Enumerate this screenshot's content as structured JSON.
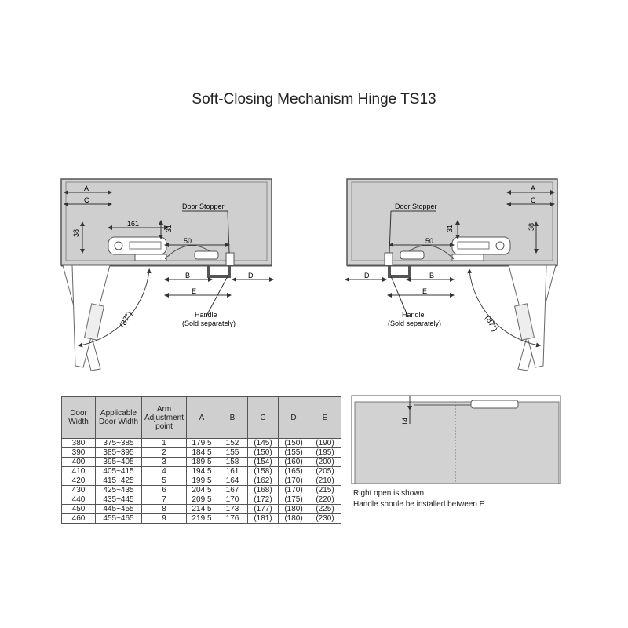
{
  "title": "Soft-Closing Mechanism Hinge TS13",
  "left_diagram": {
    "dim_a": "A",
    "dim_c": "C",
    "dim_38": "38",
    "dim_161": "161",
    "dim_31": "31",
    "dim_50": "50",
    "door_stopper": "Door Stopper",
    "dim_b": "B",
    "dim_e": "E",
    "dim_d": "D",
    "handle": "Handle",
    "sold_separately": "(Sold separately)",
    "angle": "(87°)"
  },
  "right_diagram": {
    "dim_a": "A",
    "dim_c": "C",
    "dim_38": "38",
    "dim_31": "31",
    "dim_50": "50",
    "door_stopper": "Door Stopper",
    "dim_b": "B",
    "dim_e": "E",
    "dim_d": "D",
    "handle": "Handle",
    "sold_separately": "(Sold separately)",
    "angle": "(87°)"
  },
  "side_view": {
    "dim_14": "14"
  },
  "table": {
    "headers": [
      "Door Width",
      "Applicable Door Width",
      "Arm Adjustment point",
      "A",
      "B",
      "C",
      "D",
      "E"
    ],
    "rows": [
      [
        "380",
        "375~385",
        "1",
        "179.5",
        "152",
        "(145)",
        "(150)",
        "(190)"
      ],
      [
        "390",
        "385~395",
        "2",
        "184.5",
        "155",
        "(150)",
        "(155)",
        "(195)"
      ],
      [
        "400",
        "395~405",
        "3",
        "189.5",
        "158",
        "(154)",
        "(160)",
        "(200)"
      ],
      [
        "410",
        "405~415",
        "4",
        "194.5",
        "161",
        "(158)",
        "(165)",
        "(205)"
      ],
      [
        "420",
        "415~425",
        "5",
        "199.5",
        "164",
        "(162)",
        "(170)",
        "(210)"
      ],
      [
        "430",
        "425~435",
        "6",
        "204.5",
        "167",
        "(168)",
        "(170)",
        "(215)"
      ],
      [
        "440",
        "435~445",
        "7",
        "209.5",
        "170",
        "(172)",
        "(175)",
        "(220)"
      ],
      [
        "450",
        "445~455",
        "8",
        "214.5",
        "173",
        "(177)",
        "(180)",
        "(225)"
      ],
      [
        "460",
        "455~465",
        "9",
        "219.5",
        "176",
        "(181)",
        "(180)",
        "(230)"
      ]
    ]
  },
  "notes": {
    "line1": "Right open is shown.",
    "line2": "Handle shoule be installed between E."
  }
}
